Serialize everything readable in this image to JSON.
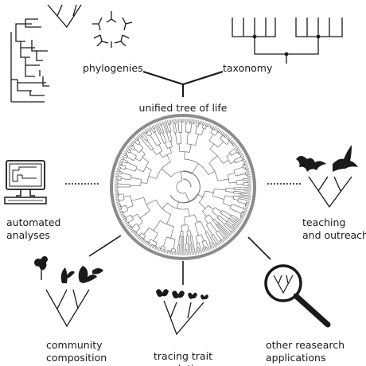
{
  "labels": {
    "phylogenies": "phylogenies",
    "taxonomy": "taxonomy",
    "unified_tree": "unified tree of life",
    "automated_1": "automated",
    "automated_2": "analyses",
    "teaching_1": "teaching",
    "teaching_2": "and outreach",
    "community_1": "community",
    "community_2": "composition",
    "tracing_1": "tracing trait",
    "tracing_2": "evolution",
    "research_1": "other reasearch",
    "research_2": "applications"
  },
  "colors": {
    "ink": "#1a1a1a",
    "ring": "#8c8c8c",
    "tree_lines": "#6e6e6e"
  },
  "icons": {
    "computer": "computer-icon",
    "animals": "bat-and-bird-silhouettes",
    "plants": "plant-silhouettes",
    "insects": "butterfly-silhouettes",
    "magnifier": "magnifying-glass-icon"
  }
}
